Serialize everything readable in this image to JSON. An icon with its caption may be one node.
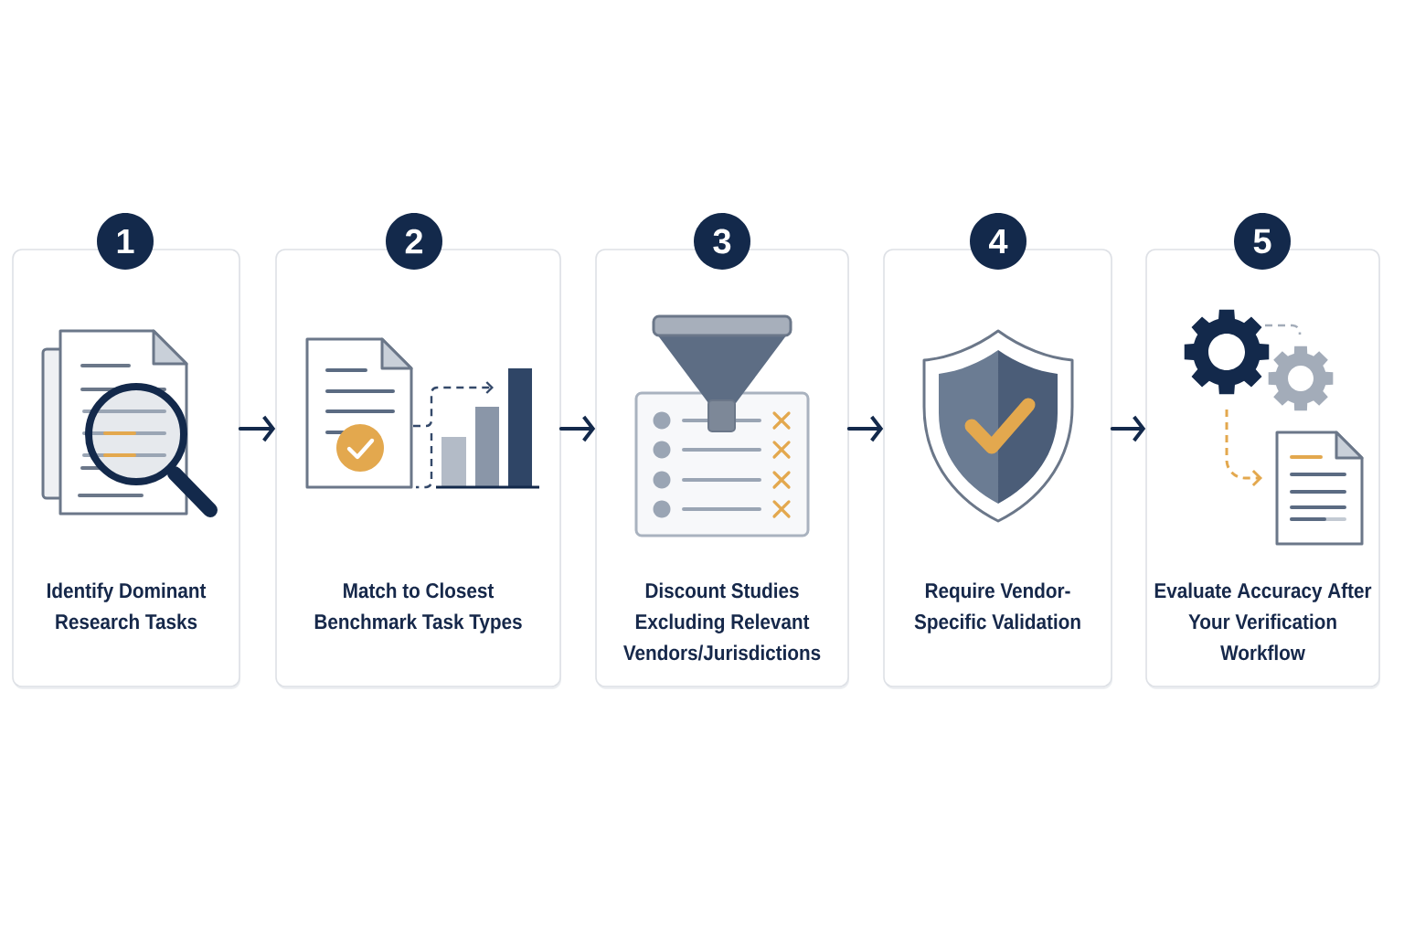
{
  "diagram": {
    "nodes": [
      {
        "text": [
          "1",
          "Identify Dominant Research Tasks"
        ]
      },
      {
        "text": [
          "2",
          "Match to Closest Benchmark Task Types"
        ]
      },
      {
        "text": [
          "3",
          "Discount Studies Excluding Relevant Vendors/Jurisdictions"
        ]
      },
      {
        "text": [
          "4",
          "Require Vendor-Specific Validation"
        ]
      },
      {
        "text": [
          "5",
          "Evaluate Accuracy After Your Verification Workflow"
        ]
      }
    ],
    "edges": [
      {
        "from": 0,
        "to": 1,
        "arrow": "to"
      },
      {
        "from": 1,
        "to": 2,
        "arrow": "to"
      },
      {
        "from": 2,
        "to": 3,
        "arrow": "to"
      },
      {
        "from": 3,
        "to": 4,
        "arrow": "to"
      }
    ]
  }
}
